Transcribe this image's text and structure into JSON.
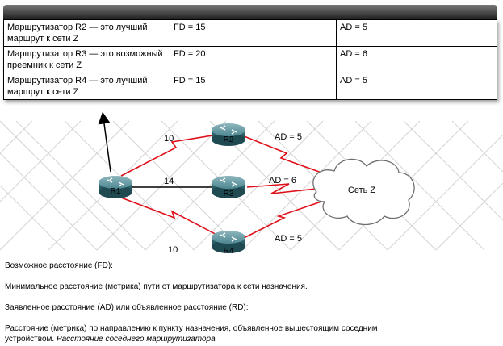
{
  "table": {
    "rows": [
      {
        "route": "Маршрутизатор R2 — это лучший маршрут к сети Z",
        "fd": "FD = 15",
        "ad": "AD = 5"
      },
      {
        "route": "Маршрутизатор R3 — это возможный преемник к сети Z",
        "fd": "FD = 20",
        "ad": "AD = 6"
      },
      {
        "route": "Маршрутизатор R4 — это лучший маршрут к сети Z",
        "fd": "FD = 15",
        "ad": "AD = 5"
      }
    ]
  },
  "diagram": {
    "routers": {
      "r1": "R1",
      "r2": "R2",
      "r3": "R3",
      "r4": "R4"
    },
    "cloud_label": "Сеть Z",
    "links": {
      "r1_r2": "10",
      "r1_r3": "14",
      "r1_r4": "10",
      "r2_z": "AD = 5",
      "r3_z": "AD = 6",
      "r4_z": "AD = 5"
    },
    "colors": {
      "link": "#e0101a",
      "router": "#2f6f7a",
      "cloud_fill": "#ffffff"
    }
  },
  "notes": {
    "fd_title": "Возможное расстояние (FD):",
    "fd_desc": "Минимальное расстояние (метрика) пути от маршрутизатора к сети назначения.",
    "ad_title": "Заявленное расстояние (AD) или объявленное расстояние (RD):",
    "ad_desc": "Расстояние (метрика) по направлению к пункту назначения, объявленное вышестоящим соседним устройством.",
    "ad_desc_italic": "Расстояние соседнего маршрутизатора"
  }
}
